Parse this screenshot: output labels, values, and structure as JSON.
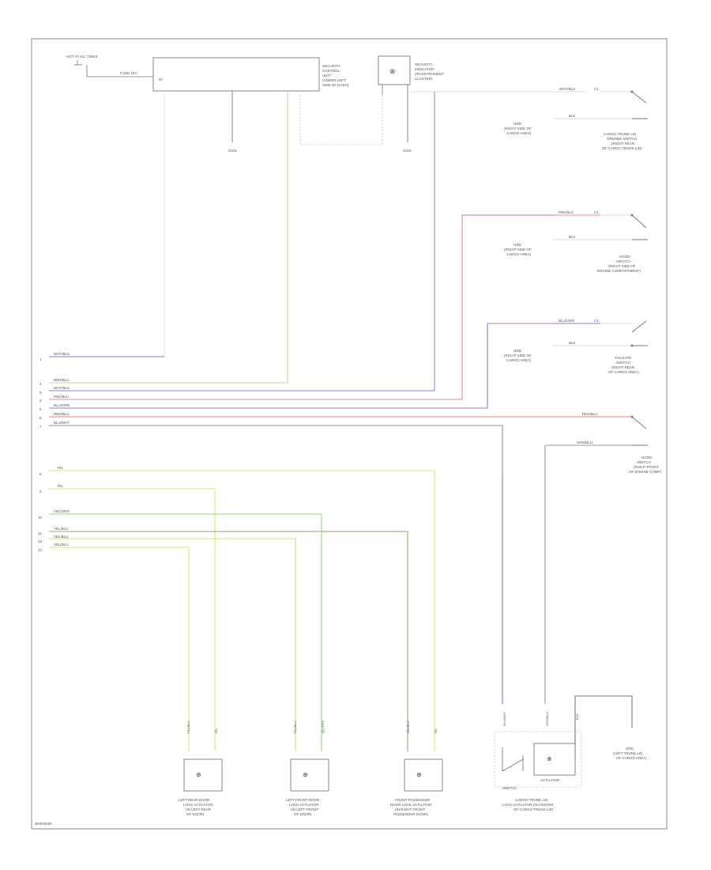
{
  "diagram": {
    "footer_code": "W0000000",
    "top": {
      "fuse_label": "HOT AT ALL TIMES",
      "fuse_name": "FUSE 10A",
      "module_label": [
        "SECURITY",
        "CONTROL",
        "UNIT",
        "(UNDER LEFT",
        "SIDE OF DASH)"
      ],
      "module_pin": "B+",
      "indicator_label": [
        "SECURITY",
        "INDICATOR",
        "(IN INSTRUMENT",
        "CLUSTER)"
      ],
      "indicator_symbol": "⊗"
    },
    "grounds": [
      {
        "id": "g1",
        "label": "G201"
      },
      {
        "id": "g2",
        "label": "G201"
      }
    ],
    "switches": [
      {
        "id": "sw1",
        "wire1": "WHT/BLU",
        "wire2": "BLK",
        "conn": "C1",
        "grd": [
          "GRD",
          "(RIGHT SIDE OF",
          "CARGO AREA)"
        ],
        "label": [
          "CARGO TRUNK LID",
          "OPENER SWITCH",
          "(RIGHT REAR",
          "OF CARGO TRUNK LID)"
        ]
      },
      {
        "id": "sw2",
        "wire1": "PNK/BLU",
        "wire2": "BLK",
        "conn": "C1",
        "grd": [
          "GRD",
          "(RIGHT SIDE OF",
          "CARGO AREA)"
        ],
        "label": [
          "HOOD",
          "SWITCH",
          "(RIGHT SIDE OF",
          "ENGINE COMPARTMENT)"
        ]
      },
      {
        "id": "sw3",
        "wire1": "BLU/GRN",
        "wire2": "BLK",
        "conn": "C1",
        "grd": [
          "GRD",
          "(RIGHT SIDE OF",
          "CARGO AREA)"
        ],
        "label": [
          "TAILGATE",
          "SWITCH",
          "(RIGHT REAR",
          "OF CARGO AREA)"
        ]
      },
      {
        "id": "sw4",
        "wire1": "RED/BLU",
        "wire2": "GRN/BLU",
        "label": [
          "HOOD",
          "SWITCH",
          "(RIGHT FRONT",
          "OF ENGINE COMP)"
        ]
      }
    ],
    "bus_wires": [
      {
        "id": "w1",
        "pin": "1",
        "label": "WHT/BLU"
      },
      {
        "id": "w2",
        "pin": "2",
        "label": "BRN/BLU"
      },
      {
        "id": "w3",
        "pin": "3",
        "label": "WHT/BLU"
      },
      {
        "id": "w4",
        "pin": "4",
        "label": "PNK/BLU"
      },
      {
        "id": "w5",
        "pin": "5",
        "label": "BLU/GRN"
      },
      {
        "id": "w6",
        "pin": "6",
        "label": "RED/BLU"
      },
      {
        "id": "w7",
        "pin": "7",
        "label": "BLU/WHT"
      },
      {
        "id": "w8",
        "pin": "8",
        "label": "YEL"
      },
      {
        "id": "w9",
        "pin": "9",
        "label": "YEL"
      },
      {
        "id": "w10",
        "pin": "10",
        "label": "YEL/GRN"
      },
      {
        "id": "w11",
        "pin": "11",
        "label": "YEL/BLU"
      },
      {
        "id": "w12",
        "pin": "12",
        "label": "YEL/BLU"
      },
      {
        "id": "w13",
        "pin": "13",
        "label": "YEL/BLU"
      }
    ],
    "door_switches": [
      {
        "id": "ds1",
        "wire_a": "YEL/BLU",
        "wire_b": "YEL",
        "label": [
          "LEFT REAR DOOR",
          "LOCK ACTUATOR",
          "(IN LEFT REAR",
          "OF DOOR)"
        ]
      },
      {
        "id": "ds2",
        "wire_a": "YEL/BLU",
        "wire_b": "YEL/GRN",
        "label": [
          "LEFT FRONT DOOR",
          "LOCK ACTUATOR",
          "(IN LEFT FRONT",
          "OF DOOR)"
        ]
      },
      {
        "id": "ds3",
        "wire_a": "YEL/BLU",
        "wire_b": "YEL",
        "label": [
          "FRONT PASSENGER",
          "DOOR LOCK ACTUATOR",
          "(IN RIGHT FRONT",
          "PASSENGER DOOR)"
        ]
      }
    ],
    "actuator": {
      "wire_a": "BLU/WHT",
      "wire_b": "GRN/BLU",
      "wire_c": "BLK",
      "inner_label": "ACTUATOR",
      "switch_label": "SWITCH",
      "label": [
        "CARGO TRUNK LID",
        "LOCK ACTUATOR (IN CENTER",
        "OF CARGO TRUNK LID)"
      ],
      "grd_label": [
        "GRD",
        "(LEFT TRUNK LID",
        "OF CARGO AREA)"
      ]
    }
  }
}
